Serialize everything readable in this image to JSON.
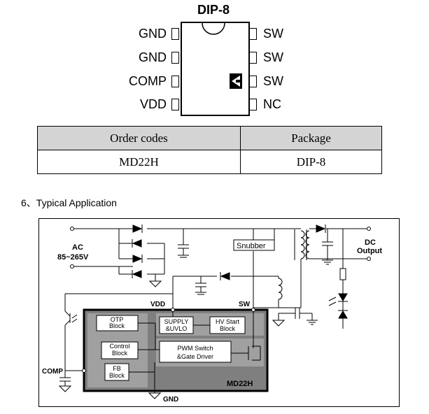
{
  "package_diagram": {
    "title": "DIP-8",
    "left_pins": [
      "GND",
      "GND",
      "COMP",
      "VDD"
    ],
    "right_pins": [
      "SW",
      "SW",
      "SW",
      "NC"
    ]
  },
  "order_table": {
    "headers": [
      "Order codes",
      "Package"
    ],
    "rows": [
      [
        "MD22H",
        "DIP-8"
      ]
    ]
  },
  "section": {
    "title": "6、Typical Application"
  },
  "circuit": {
    "ac_label": "AC",
    "ac_range": "85~265V",
    "dc_label": "DC",
    "dc_output": "Output",
    "snubber": "Snubber",
    "vdd": "VDD",
    "sw": "SW",
    "comp": "COMP",
    "gnd": "GND",
    "chip_name": "MD22H",
    "otp_line1": "OTP",
    "otp_line2": "Block",
    "supply_line1": "SUPPLY",
    "supply_line2": "&UVLO",
    "hv_line1": "HV Start",
    "hv_line2": "Block",
    "control_line1": "Control",
    "control_line2": "Block",
    "pwm_line1": "PWM Switch",
    "pwm_line2": "&Gate Driver",
    "fb_line1": "FB",
    "fb_line2": "Block"
  }
}
